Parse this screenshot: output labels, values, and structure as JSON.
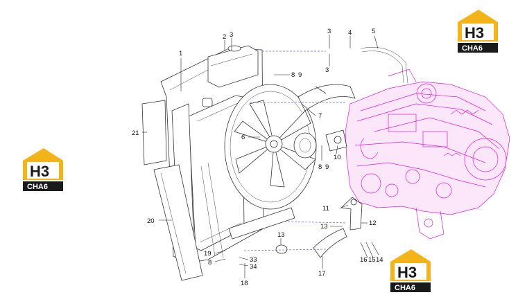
{
  "brand": {
    "logo_letters": "H3",
    "logo_word": "CHA6",
    "logo_color": "#f2b418",
    "logo_dark": "#1a1a1a"
  },
  "engine_color": "#e21ad8",
  "callouts": {
    "c1": "1",
    "c2": "2",
    "c3a": "3",
    "c3b": "3",
    "c3c": "3",
    "c4": "4",
    "c5": "5",
    "c6": "6",
    "c7": "7",
    "c8a": "8",
    "c9a": "9",
    "c8b": "8",
    "c9b": "9",
    "c10": "10",
    "c11": "11",
    "c12": "12",
    "c13a": "13",
    "c13b": "13",
    "c14": "14",
    "c15": "15",
    "c16": "16",
    "c17": "17",
    "c18": "18",
    "c19": "19",
    "c8c": "8",
    "c20": "20",
    "c21": "21",
    "c33": "33",
    "c34": "34"
  }
}
